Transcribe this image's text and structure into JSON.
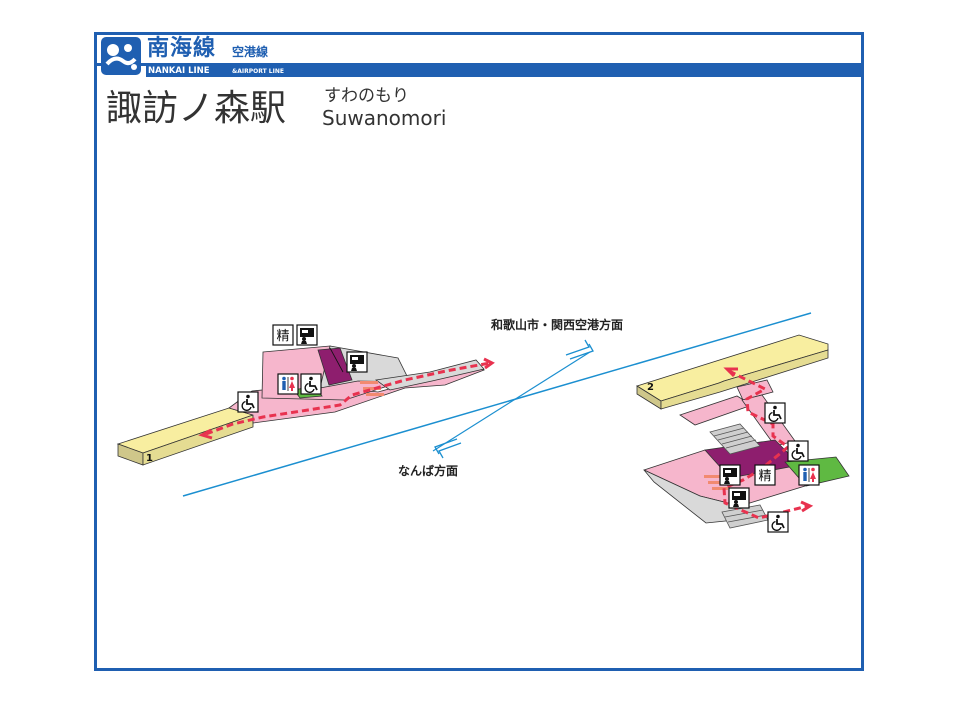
{
  "header": {
    "line_name": "南海線",
    "line_sub": "空港線",
    "line_en": "NANKAI LINE",
    "line_en_sub": "&AIRPORT LINE"
  },
  "station": {
    "name_ja": "諏訪ノ森駅",
    "name_kana": "すわのもり",
    "name_en": "Suwanomori"
  },
  "directions": {
    "up": "和歌山市・関西空港方面",
    "down": "なんば方面"
  },
  "platforms": {
    "p1": "1",
    "p2": "2"
  },
  "icons": {
    "fare_adjust_glyph": "精",
    "fare_adjust": "fare-adjustment-icon",
    "ticket_machine": "ticket-machine-icon",
    "wheelchair": "wheelchair-icon",
    "restroom": "restroom-icon"
  },
  "colors": {
    "frame": "#1f5fb1",
    "platform": "#f8eea0",
    "concourse": "#f6b6cc",
    "ticket_area": "#8e1e6e",
    "restroom_floor": "#5fb942",
    "route": "#e8324f",
    "rail": "#1b8fd0"
  }
}
